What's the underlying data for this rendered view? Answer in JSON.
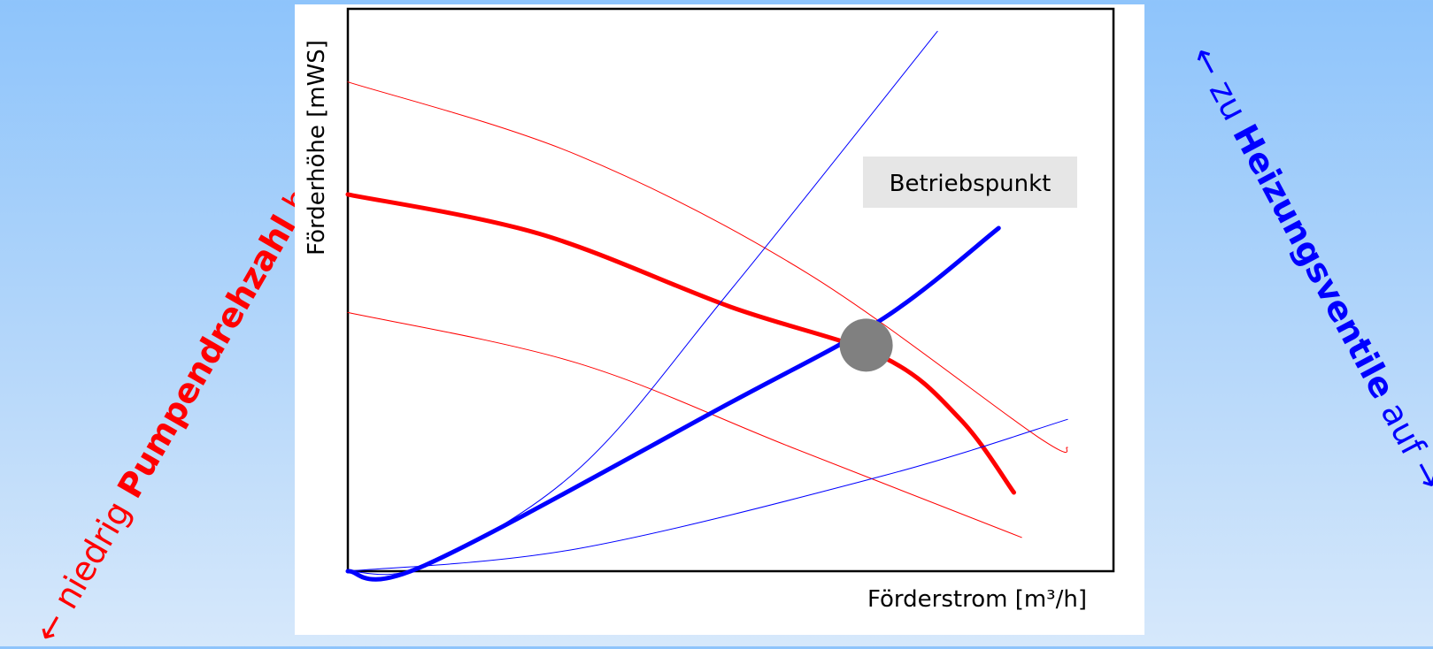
{
  "colors": {
    "pump_curve": "#ff0000",
    "system_curve": "#0000ff",
    "operating_point": "#808080",
    "annotation_box": "#e6e6e6"
  },
  "left_label": {
    "low": "← niedrig",
    "main": "Pumpendrehzahl",
    "high": "hoch →",
    "color": "#ff0000"
  },
  "right_label": {
    "close": "← zu",
    "main": "Heizungsventile",
    "open": "auf →",
    "color": "#0000ff"
  },
  "chart_data": {
    "type": "line",
    "ylabel": "Förderhöhe [mWS]",
    "xlabel": "Förderstrom [m³/h]",
    "annotation": "Betriebspunkt",
    "xlim": [
      0,
      100
    ],
    "ylim": [
      0,
      100
    ],
    "pump_curves": [
      {
        "level": "high",
        "emphasis": false,
        "points": [
          [
            0,
            87
          ],
          [
            30,
            74
          ],
          [
            60,
            53
          ],
          [
            90,
            24
          ],
          [
            94,
            22
          ]
        ]
      },
      {
        "level": "nominal",
        "emphasis": true,
        "points": [
          [
            0,
            67
          ],
          [
            25,
            60
          ],
          [
            50,
            47
          ],
          [
            70,
            38
          ],
          [
            80,
            27
          ],
          [
            87,
            14
          ]
        ]
      },
      {
        "level": "low",
        "emphasis": false,
        "points": [
          [
            0,
            46
          ],
          [
            30,
            37
          ],
          [
            58,
            22
          ],
          [
            88,
            6
          ]
        ]
      }
    ],
    "system_curves": [
      {
        "valves": "closed",
        "emphasis": false,
        "points": [
          [
            0,
            0
          ],
          [
            10,
            1
          ],
          [
            30,
            18
          ],
          [
            50,
            50
          ],
          [
            77,
            96
          ]
        ]
      },
      {
        "valves": "nominal",
        "emphasis": true,
        "points": [
          [
            0,
            0
          ],
          [
            10,
            1
          ],
          [
            50,
            30
          ],
          [
            70,
            45
          ],
          [
            85,
            61
          ]
        ]
      },
      {
        "valves": "open",
        "emphasis": false,
        "points": [
          [
            0,
            0
          ],
          [
            30,
            4
          ],
          [
            70,
            17
          ],
          [
            94,
            27
          ]
        ]
      }
    ],
    "operating_point": {
      "x": 67.7,
      "y": 40.2
    }
  }
}
